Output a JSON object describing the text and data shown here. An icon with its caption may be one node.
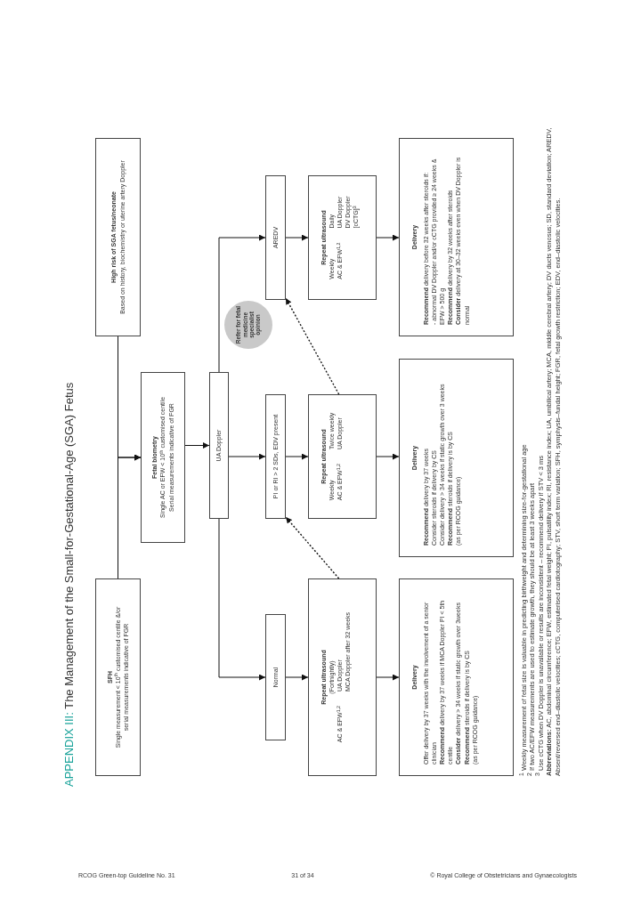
{
  "diagram": {
    "title": "**APPENDIX III:** The Management of the Small-for-Gestational-Age (SGA) Fetus",
    "nodes": [
      {
        "text": [
          "SFH",
          "Single measurement < 10$^{th}$ customised centile &/or serial measurements indicative of FGR"
        ]
      },
      {
        "text": [
          "High risk of SGA fetus/neonate",
          "Based on history, biochemistry or uterine artery Doppler"
        ]
      },
      {
        "text": [
          "Fetal biometry",
          "Single AC or EFW < 10$^{th}$ customised centile Serial measurements indicative of FGR"
        ]
      },
      {
        "text": [
          "UA Doppler"
        ]
      },
      {
        "text": [
          "Normal"
        ]
      },
      {
        "text": [
          "PI or RI > 2 SDs, EDV present"
        ]
      },
      {
        "text": [
          "Refer for fetal medicine specialist opinion"
        ]
      },
      {
        "text": [
          "AREDV"
        ]
      },
      {
        "text": [
          "Repeat ultrasound",
          "(Fortnightly)",
          "AC & EFW$^{1,2}$",
          "UA Doppler",
          "MCA Doppler after 32 weeks"
        ]
      },
      {
        "text": [
          "Repeat ultrasound",
          "Weekly",
          "Twice weekly",
          "AC & EFW$^{1,2}$",
          "UA Doppler"
        ]
      },
      {
        "text": [
          "Repeat ultrasound",
          "Weekly",
          "Daily",
          "AC & EFW$^{1,2}$",
          "UA Doppler",
          "DV Doppler",
          "[cCTG]$^{3}$"
        ]
      },
      {
        "text": [
          "Delivery",
          "Offer delivery by 37 weeks with the involvement of a senior clinician",
          "**Recommend** delivery by 37 weeks if MCA Doppler PI < 5th centile",
          "**Consider** delivery > 34 weeks if static growth over 3weeks",
          "**Recommend** steroids if delivery is by CS",
          "(as per RCOG guidance)"
        ]
      },
      {
        "text": [
          "Delivery",
          "**Recommend** delivery by 37 weeks",
          "Consider steroids if delivery by CS",
          "Consider delivery > 34 weeks if static growth over 3 weeks",
          "**Recommend** steroids if delivery is by CS",
          "(as per RCOG guidance)"
        ]
      },
      {
        "text": [
          "Delivery",
          "**Recommend** delivery before 32 weeks after steroids if:",
          "- abnormal DV Doppler and/or cCTG provided ≥ 24 weeks & EFW > 500 g",
          "**Recommend** delivery by 32 weeks after steroids",
          "**Consider** delivery at 30–32 weeks even when DV Doppler is normal"
        ]
      }
    ],
    "edges": [
      {
        "from": 0,
        "to": 2,
        "arrow": "to"
      },
      {
        "from": 1,
        "to": 2,
        "arrow": "to"
      },
      {
        "from": 2,
        "to": 3,
        "arrow": "to"
      },
      {
        "from": 3,
        "to": 4,
        "arrow": "to"
      },
      {
        "from": 3,
        "to": 5,
        "arrow": "to"
      },
      {
        "from": 3,
        "to": 7,
        "arrow": "to"
      },
      {
        "from": 4,
        "to": 8,
        "arrow": "to"
      },
      {
        "from": 5,
        "to": 9,
        "arrow": "to"
      },
      {
        "from": 7,
        "to": 10,
        "arrow": "to"
      },
      {
        "from": 8,
        "to": 11,
        "arrow": "to"
      },
      {
        "from": 9,
        "to": 12,
        "arrow": "to"
      },
      {
        "from": 10,
        "to": 13,
        "arrow": "to"
      },
      {
        "from": 8,
        "to": 5,
        "arrow": "to",
        "style": "dashed"
      },
      {
        "from": 9,
        "to": 7,
        "arrow": "to",
        "style": "dashed"
      }
    ],
    "labels": [
      "$^{1}$ Weekly measurement of fetal size is valuable in predicting birthweight and determining size-for-gestational age",
      "$^{2}$ If two AC/EFW measurements are used to estimate growth, they should be at least 3 weeks apart",
      "$^{3}$ Use cCTG when DV Doppler is unavailable or results are inconsistent – recommend delivery if STV < 3 ms",
      "**Abbreviations:** AC, abdominal circumference; EFW, estimated fetal weight; PI, pulsatility index; RI, resistance index; UA, umbilical artery; MCA, middle cerebral artery; DV ducts venosus; SD, standard deviation; AREDV, Absent/reversed end–diastolic velocities; cCTG, computerised cardiotography; STV, short term variation; SFH, symphysis–fundal height; FGR, fetal growth restriction; EDV, end–diastolic velocities.",
      "RCOG Green-top Guideline No. 31",
      "31 of 34",
      "© Royal College of Obstetricians and Gynaecologists"
    ]
  }
}
